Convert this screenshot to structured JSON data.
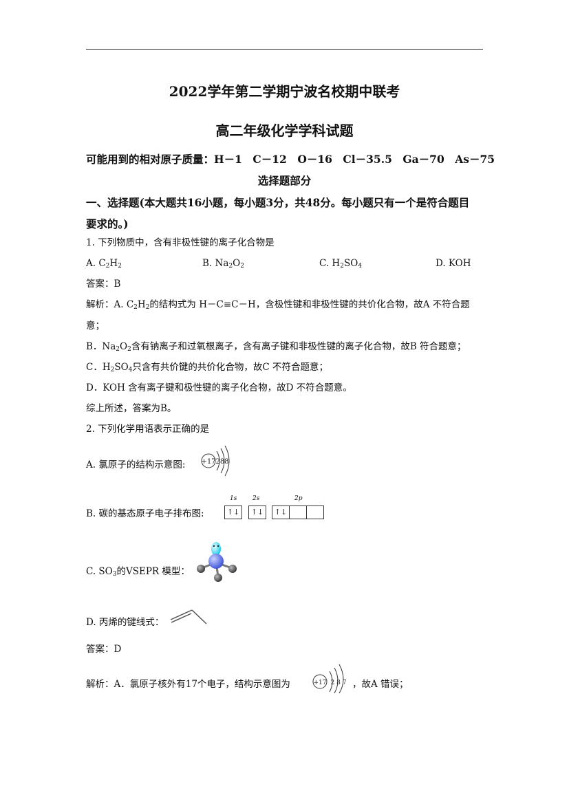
{
  "header": {
    "title1": "2022学年第二学期宁波名校期中联考",
    "title2": "高二年级化学学科试题",
    "atomic_masses": "可能用到的相对原子质量：H－1　C－12　O－16　Cl－35.5　Ga－70　As－75",
    "section": "选择题部分",
    "instructions_line1": "一、选择题(本大题共16小题，每小题3分，共48分。每小题只有一个是符合题目",
    "instructions_line2": "要求的。)"
  },
  "q1": {
    "stem": "1. 下列物质中，含有非极性键的离子化合物是",
    "options": [
      {
        "pre": "A. C",
        "s1": "2",
        "mid": "H",
        "s2": "2",
        "post": ""
      },
      {
        "pre": "B. Na",
        "s1": "2",
        "mid": "O",
        "s2": "2",
        "post": ""
      },
      {
        "pre": "C. H",
        "s1": "2",
        "mid": "SO",
        "s2": "4",
        "post": ""
      },
      {
        "pre": "D. KOH",
        "s1": "",
        "mid": "",
        "s2": "",
        "post": ""
      }
    ],
    "answer": "答案：B",
    "analysis_a_line1": {
      "pre": "解析：A. C",
      "s1": "2",
      "mid": "H",
      "s2": "2",
      "post": "的结构式为 H－C≡C－H，含极性键和非极性键的共价化合物，故A 不符合题"
    },
    "analysis_a_line2": "意；",
    "analysis_b": {
      "pre": "B．Na",
      "s1": "2",
      "mid": "O",
      "s2": "2",
      "post": "含有钠离子和过氧根离子，含有离子键和非极性键的离子化合物，故B 符合题意；"
    },
    "analysis_c": {
      "pre": "C．H",
      "s1": "2",
      "mid": "SO",
      "s2": "4",
      "post": "只含有共价键的共价化合物，故C 不符合题意；"
    },
    "analysis_d": "D．KOH 含有离子键和极性键的离子化合物，故D 不符合题意。",
    "summary": "综上所述，答案为B。"
  },
  "q2": {
    "stem": "2. 下列化学用语表示正确的是",
    "option_a": "A. 氯原子的结构示意图:",
    "option_a_figure": {
      "nucleus": "+17",
      "shells": "288"
    },
    "option_b": "B. 碳的基态原子电子排布图:",
    "option_b_figure": {
      "labels": [
        "1s",
        "2s",
        "2p"
      ],
      "boxes": [
        "↑↓",
        "↑↓",
        "↑↓",
        "",
        ""
      ]
    },
    "option_c": {
      "pre": "C. SO",
      "s1": "3",
      "post": "的VSEPR 模型："
    },
    "option_d": "D. 丙烯的键线式：",
    "answer": "答案：D",
    "analysis_a": "解析：A．氯原子核外有17个电子，结构示意图为",
    "analysis_a_figure": {
      "nucleus": "+17",
      "shells": "2 8 7"
    },
    "analysis_a_tail": "，故A 错误；"
  }
}
